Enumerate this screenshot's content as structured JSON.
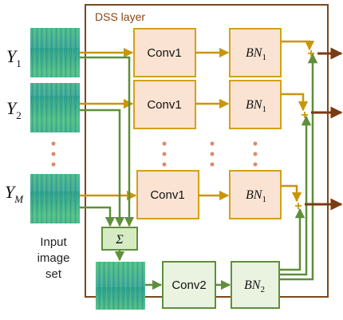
{
  "layer_title": "DSS layer",
  "inputs": [
    {
      "var": "Y",
      "sub": "1"
    },
    {
      "var": "Y",
      "sub": "2"
    },
    {
      "var": "Y",
      "sub": "M"
    }
  ],
  "conv1_label": "Conv1",
  "bn1": {
    "var": "BN",
    "sub": "1"
  },
  "sum_symbol": "Σ",
  "conv2_label": "Conv2",
  "bn2": {
    "var": "BN",
    "sub": "2"
  },
  "plus_symbol": "+",
  "input_caption": [
    "Input",
    "image",
    "set"
  ],
  "colors": {
    "frame": "#7a4a1e",
    "title": "#8b4513",
    "orange_arrow": "#c8960a",
    "green_arrow": "#5f8f3a",
    "output_arrow": "#7a3a12",
    "conv_fill": "#fbe3d3",
    "conv_stroke": "#d4a017",
    "green_fill": "#e9f3df",
    "green_stroke": "#5f8f3a",
    "dot": "#d98b6a"
  }
}
